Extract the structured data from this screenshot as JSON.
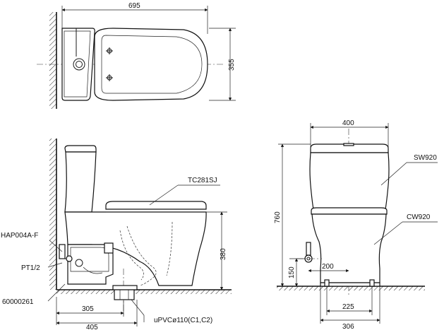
{
  "dimensions": {
    "top_width": "695",
    "top_depth": "355",
    "front_width": "400",
    "front_height": "760",
    "side_outlet_height": "380",
    "side_wall_to_outlet": "305",
    "side_wall_to_front_flange": "405",
    "front_supply_height": "150",
    "front_supply_offset": "200",
    "front_bolt_spacing": "225",
    "front_base_width": "306"
  },
  "parts": {
    "seat": "TC281SJ",
    "tank": "SW920",
    "bowl": "CW920",
    "valve": "HAP004A-F",
    "thread": "PT1/2",
    "flange": "60000261",
    "pipe": "uPVCø110(C1,C2)"
  }
}
